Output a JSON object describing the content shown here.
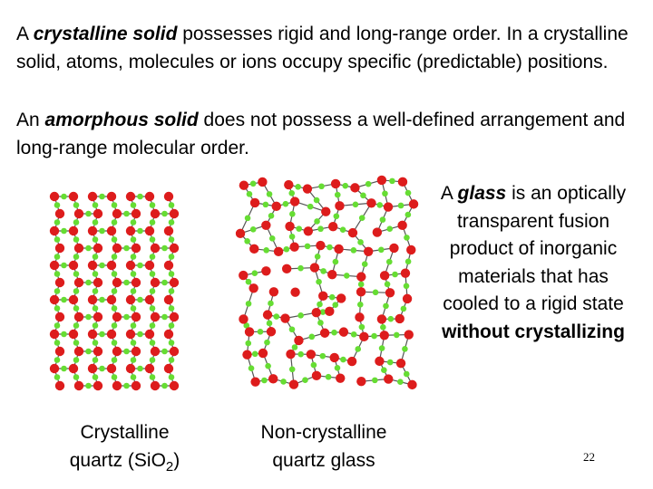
{
  "p1": {
    "pre": "A ",
    "term": "crystalline solid",
    "post": " possesses rigid and long-range order.  In a crystalline solid, atoms, molecules or ions occupy specific (predictable) positions."
  },
  "p2": {
    "pre": "An ",
    "term": "amorphous solid",
    "post": " does not possess a well-defined arrangement and long-range molecular order."
  },
  "captions": {
    "crystal_line1": "Crystalline",
    "crystal_line2_pre": "quartz (SiO",
    "crystal_sub": "2",
    "crystal_line2_post": ")",
    "glass_line1": "Non-crystalline",
    "glass_line2": "quartz glass"
  },
  "glass_def": {
    "pre": "A ",
    "term": "glass",
    "mid": " is an optically transparent fusion product of inorganic materials that has cooled to a rigid state ",
    "emph": "without crystallizing"
  },
  "slide_number": "22",
  "colors": {
    "oxygen": "#dd1c1c",
    "silicon": "#66dd33",
    "bond": "#555555"
  }
}
